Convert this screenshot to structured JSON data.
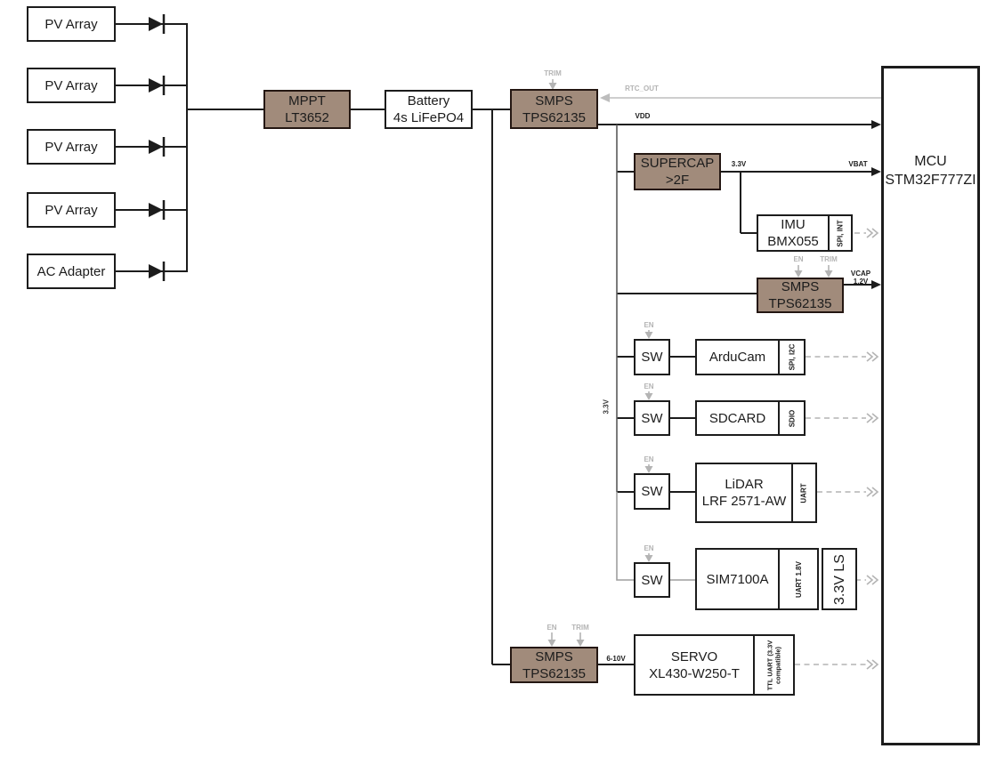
{
  "colors": {
    "block_fill": "#a18b7b",
    "block_border": "#241712",
    "wire_black": "#1c1c1c",
    "wire_gray": "#b4b4b4",
    "bus_dark": "#5a5a5a",
    "bus_light": "#9e9e9e",
    "background": "#ffffff"
  },
  "sources": {
    "items": [
      {
        "label": "PV Array"
      },
      {
        "label": "PV Array"
      },
      {
        "label": "PV Array"
      },
      {
        "label": "PV Array"
      },
      {
        "label": "AC Adapter"
      }
    ]
  },
  "power": {
    "mppt": {
      "line1": "MPPT",
      "line2": "LT3652"
    },
    "battery": {
      "line1": "Battery",
      "line2": "4s LiFePO4"
    },
    "smps_main": {
      "line1": "SMPS",
      "line2": "TPS62135"
    },
    "supercap": {
      "line1": "SUPERCAP",
      "line2": ">2F"
    },
    "smps_vcap": {
      "line1": "SMPS",
      "line2": "TPS62135"
    },
    "smps_servo": {
      "line1": "SMPS",
      "line2": "TPS62135"
    }
  },
  "mcu": {
    "line1": "MCU",
    "line2": "STM32F777ZI"
  },
  "imu": {
    "name1": "IMU",
    "name2": "BMX055",
    "iface": "SPI, INT"
  },
  "peripherals": [
    {
      "sw": "SW",
      "name1": "ArduCam",
      "iface": "SPI, I2C"
    },
    {
      "sw": "SW",
      "name1": "SDCARD",
      "iface": "SDIO"
    },
    {
      "sw": "SW",
      "name1": "LiDAR",
      "name2": "LRF 2571-AW",
      "iface": "UART"
    },
    {
      "sw": "SW",
      "name1": "SIM7100A",
      "iface": "UART 1.8V",
      "level_shifter": "3.3V LS"
    }
  ],
  "servo": {
    "name1": "SERVO",
    "name2": "XL430-W250-T",
    "iface1": "TTL UART (3.3V",
    "iface2": "compatible)"
  },
  "nets": {
    "trim": "TRIM",
    "en": "EN",
    "rtc_out": "RTC_OUT",
    "vdd": "VDD",
    "v33": "3.3V",
    "vbat": "VBAT",
    "vcap1": "VCAP",
    "vcap2": "1.2V",
    "bus33": "3.3V",
    "servo_v": "6-10V"
  }
}
